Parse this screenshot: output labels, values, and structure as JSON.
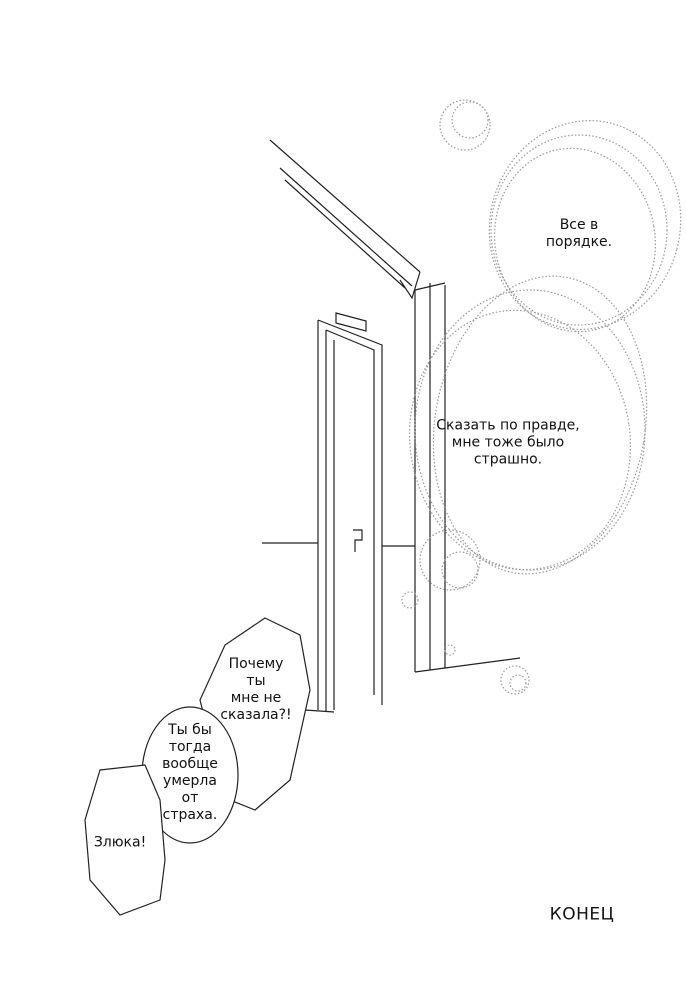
{
  "bubbles": {
    "all_right": "Все в порядке.",
    "truth": "Сказать по правде,\nмне тоже было\nстрашно.",
    "why": "Почему\nты\nмне не\nсказала?!",
    "would_have": "Ты бы\nтогда\nвообще\nумерла\nот\nстраха.",
    "meanie": "Злюка!"
  },
  "end_label": "КОНЕЦ",
  "colors": {
    "ink": "#111111",
    "dotted": "#999999"
  }
}
